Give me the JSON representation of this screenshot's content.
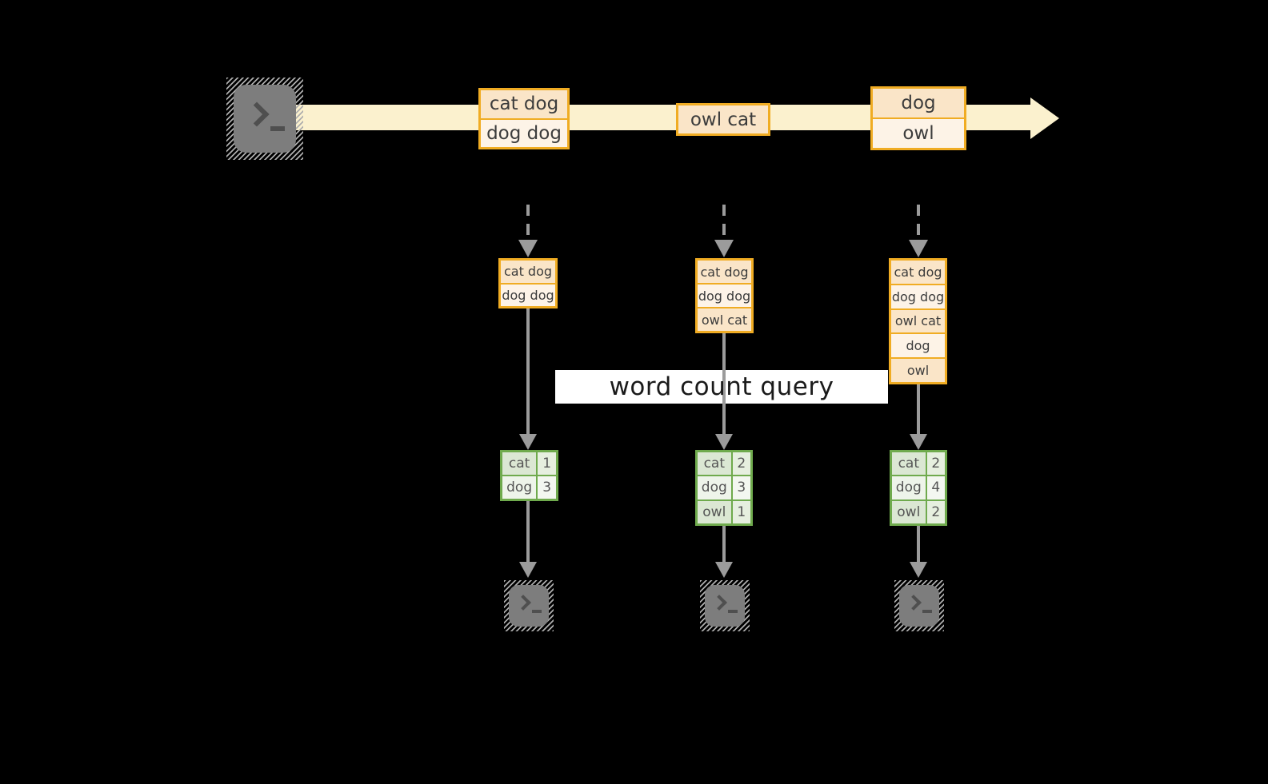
{
  "query_label": "word count query",
  "stream": {
    "source_icon": "terminal",
    "batches": [
      {
        "records": [
          "cat dog",
          "dog dog"
        ]
      },
      {
        "records": [
          "owl cat"
        ]
      },
      {
        "records": [
          "dog",
          "owl"
        ]
      }
    ]
  },
  "pipelines": [
    {
      "state_records": [
        "cat dog",
        "dog dog"
      ],
      "counts": [
        [
          "cat",
          "1"
        ],
        [
          "dog",
          "3"
        ]
      ],
      "sink_icon": "terminal"
    },
    {
      "state_records": [
        "cat dog",
        "dog dog",
        "owl cat"
      ],
      "counts": [
        [
          "cat",
          "2"
        ],
        [
          "dog",
          "3"
        ],
        [
          "owl",
          "1"
        ]
      ],
      "sink_icon": "terminal"
    },
    {
      "state_records": [
        "cat dog",
        "dog dog",
        "owl cat",
        "dog",
        "owl"
      ],
      "counts": [
        [
          "cat",
          "2"
        ],
        [
          "dog",
          "4"
        ],
        [
          "owl",
          "2"
        ]
      ],
      "sink_icon": "terminal"
    }
  ],
  "colors": {
    "background": "#000000",
    "stream_band": "#FBF1CE",
    "record_border": "#F0AC23",
    "record_fill_dark": "#FAE5C8",
    "record_fill_light": "#FDF3E7",
    "table_border": "#6FAA4D",
    "table_cell_green": "#DBE7D3",
    "table_cell_white": "#EEF4EA",
    "arrow_gray": "#9B9B9B",
    "icon_gray": "#7D7D7D",
    "label_background": "#FFFFFF",
    "label_text": "#1A1A1A"
  }
}
